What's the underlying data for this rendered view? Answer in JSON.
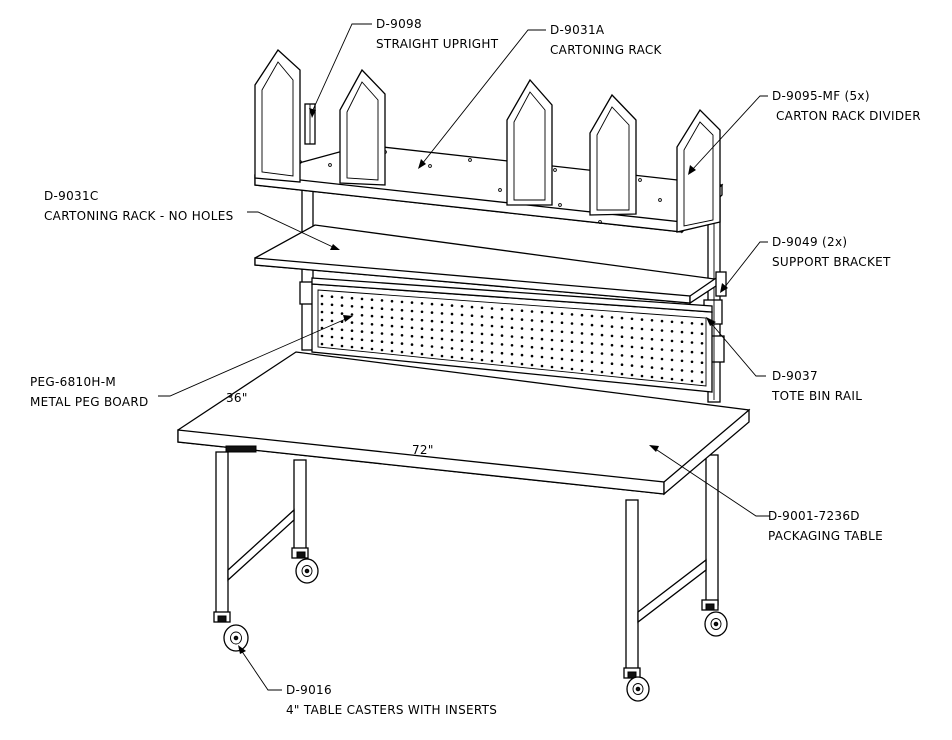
{
  "callouts": [
    {
      "part": "D-9098",
      "desc": "STRAIGHT UPRIGHT"
    },
    {
      "part": "D-9031A",
      "desc": "CARTONING RACK"
    },
    {
      "part": "D-9095-MF (5x)",
      "desc": "CARTON RACK DIVIDER"
    },
    {
      "part": "D-9031C",
      "desc": "CARTONING RACK - NO HOLES"
    },
    {
      "part": "D-9049 (2x)",
      "desc": "SUPPORT BRACKET"
    },
    {
      "part": "PEG-6810H-M",
      "desc": "METAL PEG BOARD"
    },
    {
      "part": "D-9037",
      "desc": "TOTE BIN RAIL"
    },
    {
      "part": "D-9001-7236D",
      "desc": "PACKAGING TABLE"
    },
    {
      "part": "D-9016",
      "desc": "4\" TABLE CASTERS WITH INSERTS"
    }
  ],
  "dimensions": {
    "depth": "36\"",
    "width": "72\""
  }
}
